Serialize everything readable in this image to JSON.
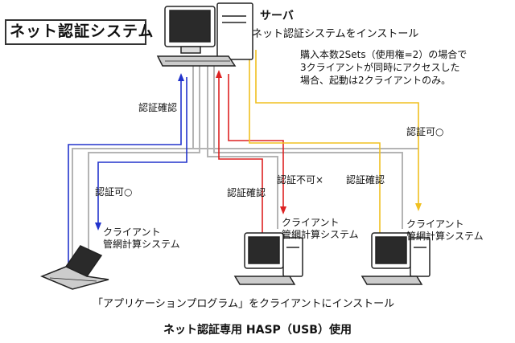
{
  "title": "ネット認証システム",
  "server": {
    "label": "サーバ",
    "note": "ネット認証システムをインストール",
    "license_note": "購入本数2Sets（使用権=2）の場合で\n3クライアントが同時にアクセスした\n場合、起動は2クライアントのみ。",
    "icon": "desktop-computer-icon"
  },
  "clients": [
    {
      "label": "クライアント\n管網計算システム",
      "icon": "laptop-icon"
    },
    {
      "label": "クライアント\n管網計算システム",
      "icon": "desktop-computer-icon"
    },
    {
      "label": "クライアント\n管網計算システム",
      "icon": "desktop-computer-icon"
    }
  ],
  "flows": [
    {
      "label": "認証確認",
      "color": "#2233cc"
    },
    {
      "label": "認証可○",
      "color": "#2233cc"
    },
    {
      "label": "認証確認",
      "color": "#dd2222"
    },
    {
      "label": "認証不可×",
      "color": "#dd2222"
    },
    {
      "label": "認証確認",
      "color": "#f0c020"
    },
    {
      "label": "認証可○",
      "color": "#f0c020"
    }
  ],
  "colors": {
    "network": "#b4b4b4",
    "blue": "#2233cc",
    "red": "#dd2222",
    "yellow": "#f0c020"
  },
  "bottom_caption": "「アプリケーションプログラム」をクライアントにインストール",
  "footer": "ネット認証専用 HASP（USB）使用"
}
